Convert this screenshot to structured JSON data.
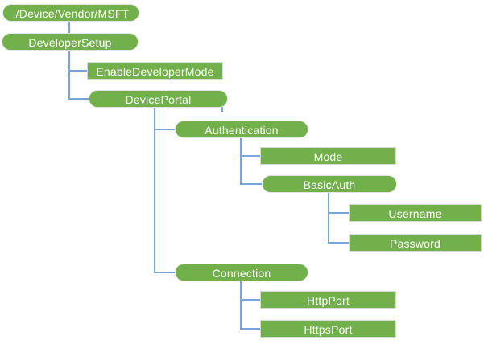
{
  "diagram": {
    "type": "tree",
    "orientation": "top-down, indented by depth",
    "root_label": "./Device/Vendor/MSFT"
  },
  "colors": {
    "node_fill": "#72B04B",
    "node_text": "#FFFFFF",
    "rect_border": "#D9D9D9",
    "connector": "#77A5DC",
    "background": "#FFFFFF"
  },
  "nodes": [
    {
      "label": "./Device/Vendor/MSFT",
      "shape": "rounded",
      "parent": null
    },
    {
      "label": "DeveloperSetup",
      "shape": "rounded",
      "parent": "./Device/Vendor/MSFT"
    },
    {
      "label": "EnableDeveloperMode",
      "shape": "rect",
      "parent": "DeveloperSetup"
    },
    {
      "label": "DevicePortal",
      "shape": "rounded",
      "parent": "DeveloperSetup"
    },
    {
      "label": "Authentication",
      "shape": "rounded",
      "parent": "DevicePortal"
    },
    {
      "label": "Mode",
      "shape": "rect",
      "parent": "Authentication"
    },
    {
      "label": "BasicAuth",
      "shape": "rounded",
      "parent": "Authentication"
    },
    {
      "label": "Username",
      "shape": "rect",
      "parent": "BasicAuth"
    },
    {
      "label": "Password",
      "shape": "rect",
      "parent": "BasicAuth"
    },
    {
      "label": "Connection",
      "shape": "rounded",
      "parent": "DevicePortal"
    },
    {
      "label": "HttpPort",
      "shape": "rect",
      "parent": "Connection"
    },
    {
      "label": "HttpsPort",
      "shape": "rect",
      "parent": "Connection"
    }
  ]
}
